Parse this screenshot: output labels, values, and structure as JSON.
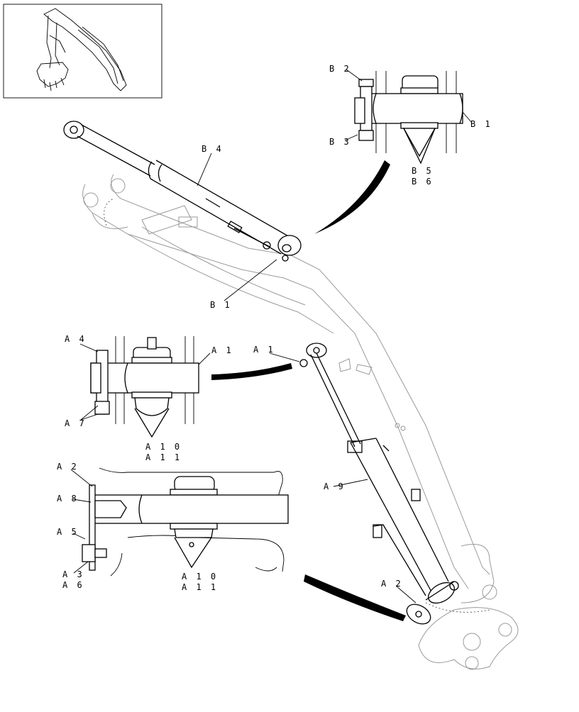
{
  "callouts": {
    "B2": "B 2",
    "B1_top": "B 1",
    "B3": "B 3",
    "B5": "B 5",
    "B6": "B 6",
    "B4": "B 4",
    "B1_main": "B 1",
    "A4": "A 4",
    "A1_left": "A 1",
    "A1_main": "A 1",
    "A7": "A 7",
    "A10_top": "A 1 0",
    "A11_top": "A 1 1",
    "A2_left": "A 2",
    "A8": "A 8",
    "A9": "A 9",
    "A5": "A 5",
    "A3": "A 3",
    "A6": "A 6",
    "A10_bot": "A 1 0",
    "A11_bot": "A 1 1",
    "A2_main": "A 2"
  }
}
